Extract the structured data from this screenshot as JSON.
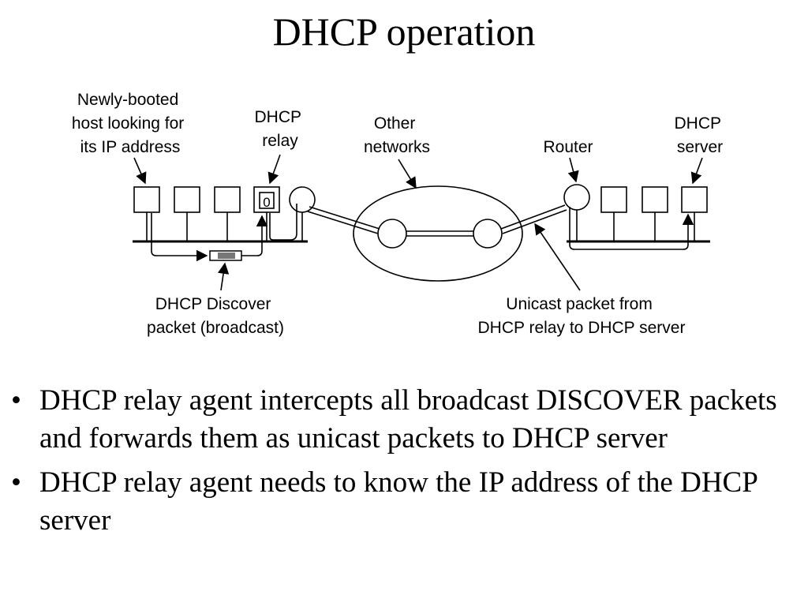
{
  "slide": {
    "title": "DHCP operation"
  },
  "diagram": {
    "labels": {
      "newly_booted_host": [
        "Newly-booted",
        "host looking for",
        "its IP address"
      ],
      "dhcp_relay": [
        "DHCP",
        "relay"
      ],
      "other_networks": [
        "Other",
        "networks"
      ],
      "router": "Router",
      "dhcp_server": [
        "DHCP",
        "server"
      ],
      "discover_packet": [
        "DHCP Discover",
        "packet (broadcast)"
      ],
      "unicast_packet": [
        "Unicast packet from",
        "DHCP relay to DHCP server"
      ],
      "relay_box_text": "0"
    }
  },
  "bullets": [
    "DHCP relay agent intercepts all broadcast DISCOVER packets and forwards them as unicast packets to DHCP server",
    "DHCP relay agent needs to know the IP address of the DHCP server"
  ],
  "bullet_symbol": "•"
}
